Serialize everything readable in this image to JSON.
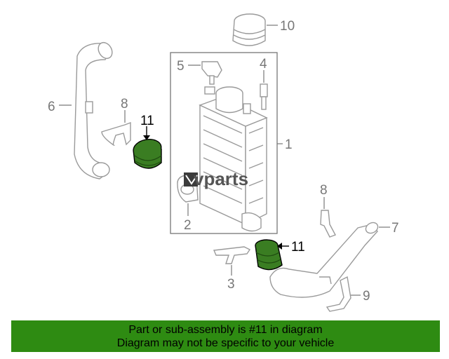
{
  "diagram": {
    "watermark": "vparts",
    "callouts": {
      "p1": "1",
      "p2": "2",
      "p3": "3",
      "p4": "4",
      "p5": "5",
      "p6": "6",
      "p7": "7",
      "p8a": "8",
      "p8b": "8",
      "p9": "9",
      "p10": "10",
      "p11a": "11",
      "p11b": "11"
    },
    "highlight_color": "#3a7d22"
  },
  "banner": {
    "line1": "Part or sub-assembly is #11 in diagram",
    "line2": "Diagram may not be specific to your vehicle",
    "background": "#2e8b12"
  }
}
